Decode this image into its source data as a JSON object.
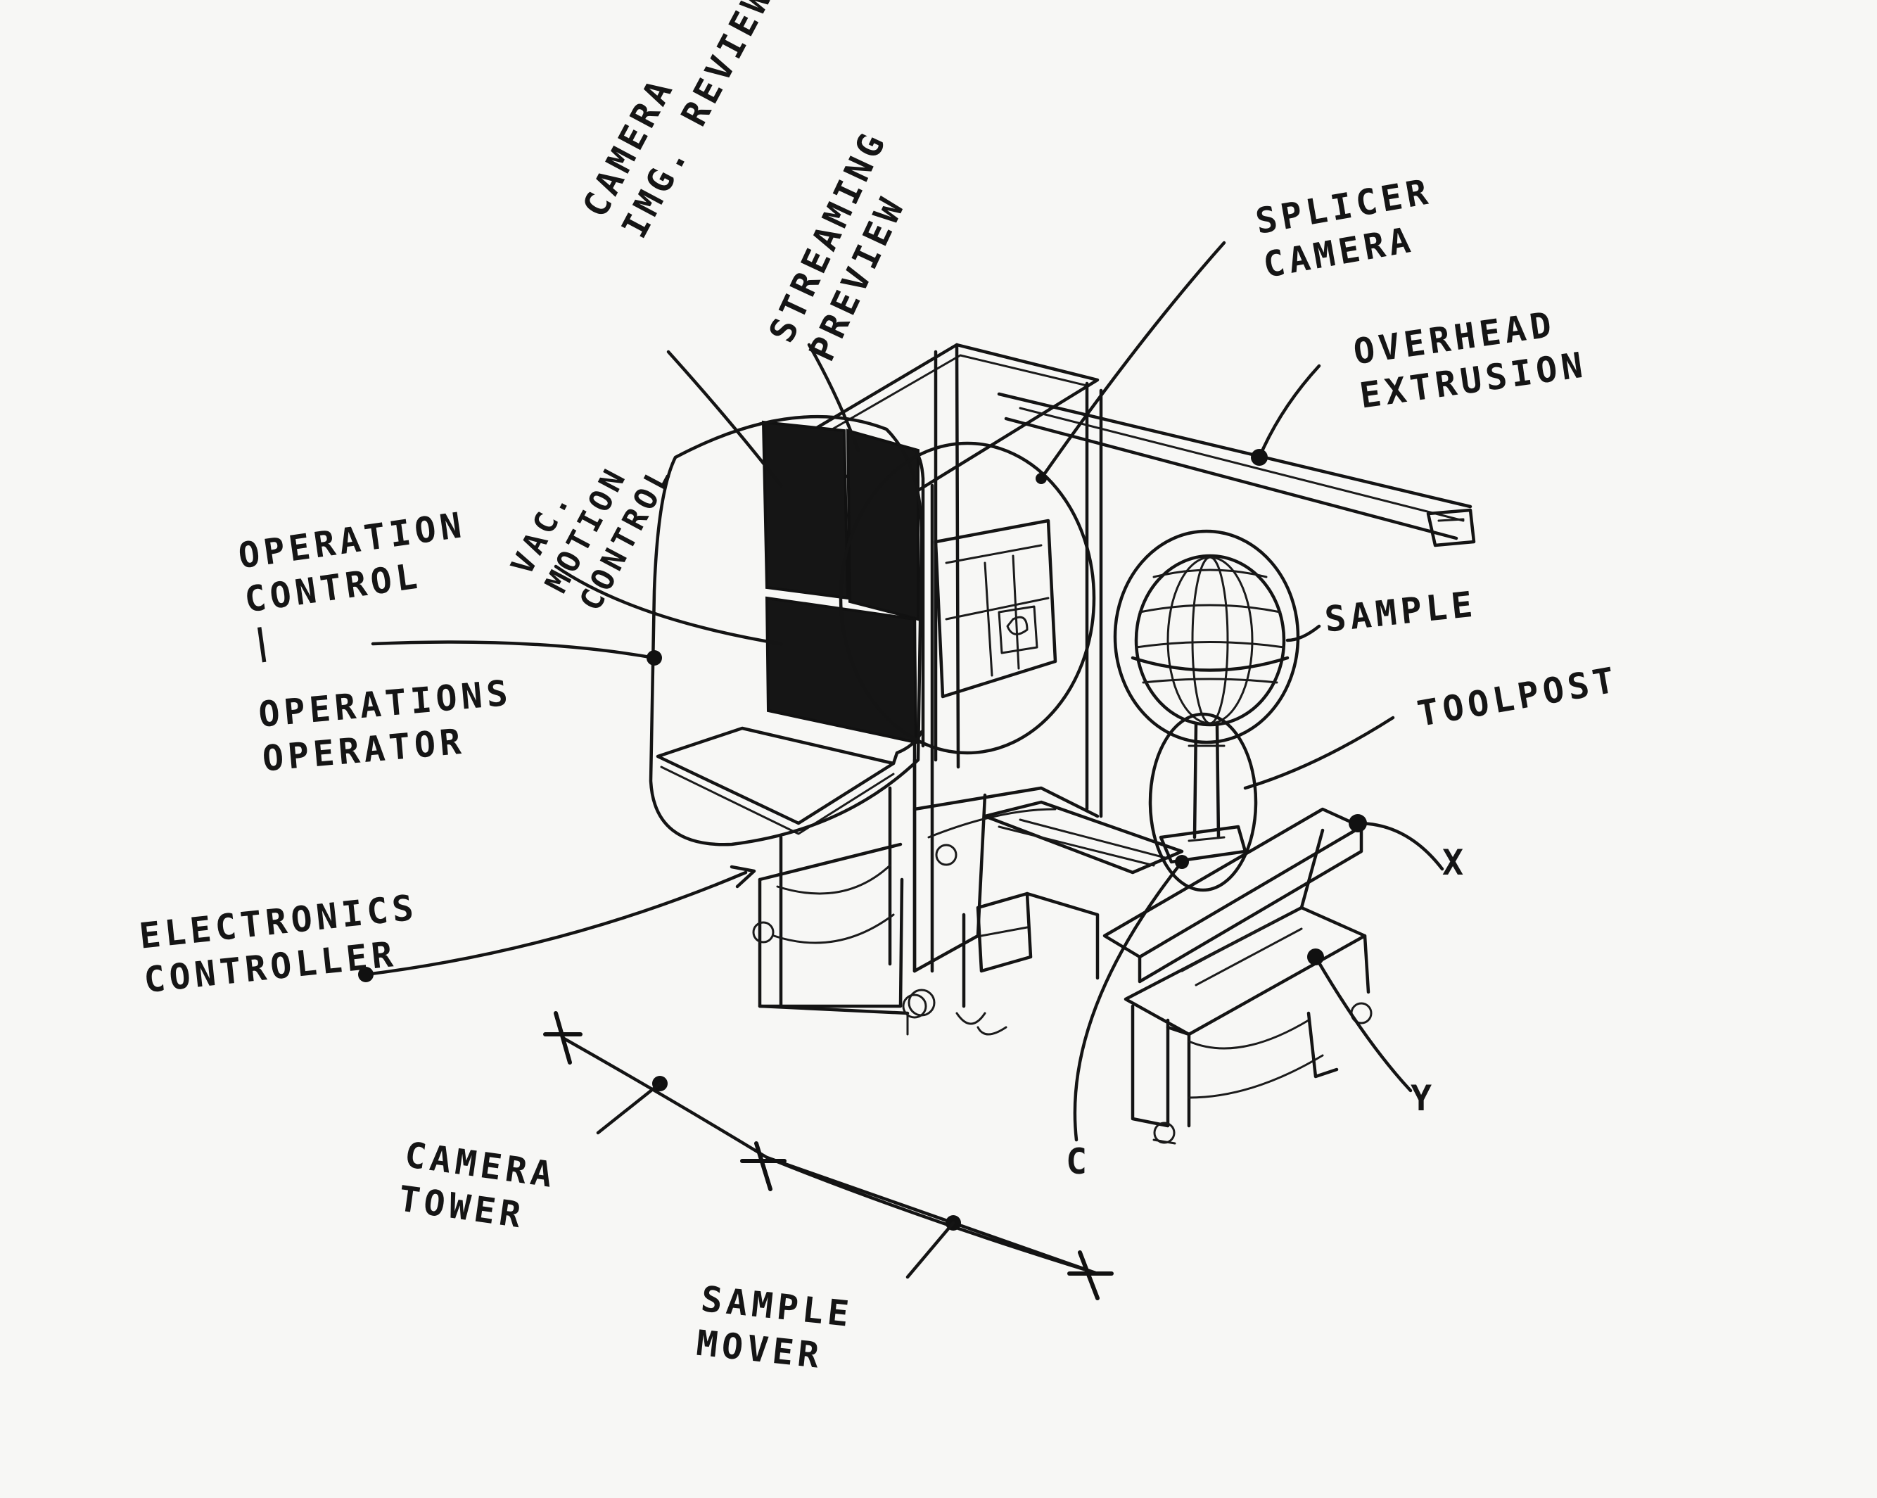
{
  "labels": {
    "camera_img_review_1": "CAMERA",
    "camera_img_review_2": "IMG. REVIEW",
    "streaming_preview_1": "STREAMING",
    "streaming_preview_2": "PREVIEW",
    "splicer_camera_1": "SPLICER",
    "splicer_camera_2": "CAMERA",
    "overhead_extrusion_1": "OVERHEAD",
    "overhead_extrusion_2": "EXTRUSION",
    "operation_control_1": "OPERATION",
    "operation_control_2": "CONTROL",
    "operation_control_sep": "|",
    "operations_operator_1": "OPERATIONS",
    "operations_operator_2": "OPERATOR",
    "vac_motion_control_1": "VAC.",
    "vac_motion_control_2": "MOTION",
    "vac_motion_control_3": "CONTROL",
    "sample": "SAMPLE",
    "toolpost": "TOOLPOST",
    "axis_x": "X",
    "axis_y": "Y",
    "axis_c": "C",
    "electronics_controller_1": "ELECTRONICS",
    "electronics_controller_2": "CONTROLLER",
    "camera_tower_1": "CAMERA",
    "camera_tower_2": "TOWER",
    "sample_mover_1": "SAMPLE",
    "sample_mover_2": "MOVER"
  },
  "colors": {
    "ink": "#141414",
    "paper": "#f7f7f5"
  }
}
